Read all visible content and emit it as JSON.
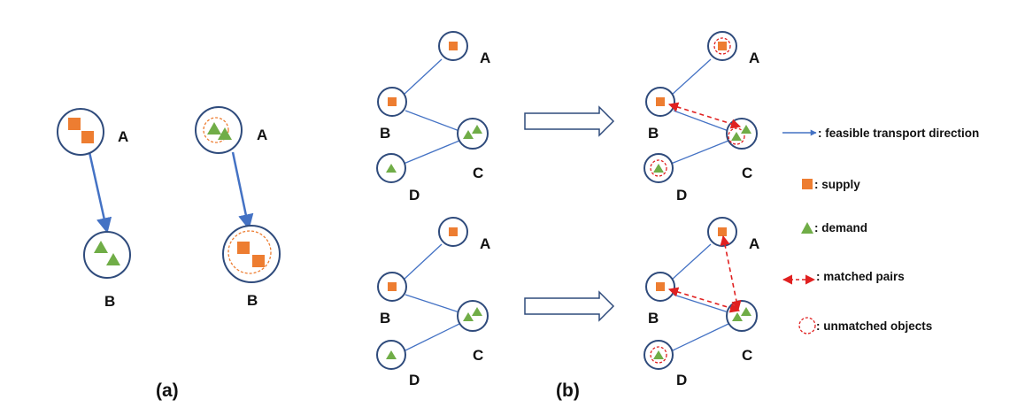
{
  "colors": {
    "node_stroke": "#2f4b7c",
    "edge": "#4472c4",
    "supply": "#ed7d31",
    "demand": "#70ad47",
    "match": "#e02020",
    "unmatched": "#e02020"
  },
  "panel_a": {
    "caption": "(a)",
    "diagram_1": {
      "source_label": "A",
      "target_label": "B"
    },
    "diagram_2": {
      "source_label": "A",
      "target_label": "B"
    }
  },
  "panel_b": {
    "caption": "(b)",
    "node_labels": {
      "a": "A",
      "b": "B",
      "c": "C",
      "d": "D"
    }
  },
  "legend": {
    "feasible": ": feasible transport direction",
    "supply": ": supply",
    "demand": ": demand",
    "matched": ": matched pairs",
    "unmatched": ": unmatched objects"
  }
}
